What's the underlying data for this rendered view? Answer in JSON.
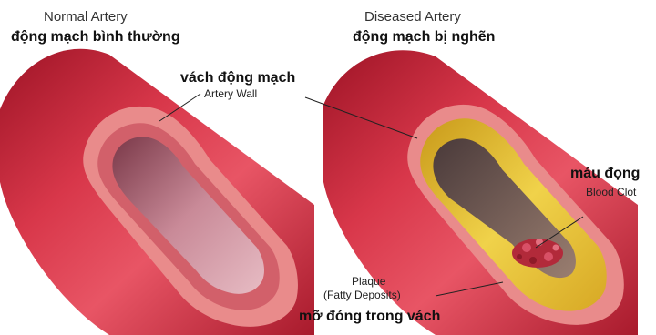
{
  "labels": {
    "normal_en": "Normal Artery",
    "normal_vi": "động mạch bình thường",
    "diseased_en": "Diseased Artery",
    "diseased_vi": "động mạch bị nghẽn",
    "wall_vi": "vách động mạch",
    "wall_en": "Artery Wall",
    "clot_vi": "máu đọng",
    "clot_en": "Blood Clot",
    "plaque_en_1": "Plaque",
    "plaque_en_2": "(Fatty Deposits)",
    "plaque_vi": "mỡ đóng trong vách"
  },
  "colors": {
    "artery_outer": "#c8283a",
    "artery_highlight": "#e04a5a",
    "wall_layer": "#e98b8b",
    "lumen_normal": "#b0687a",
    "plaque": "#e8c43a",
    "clot": "#b22a3a"
  }
}
